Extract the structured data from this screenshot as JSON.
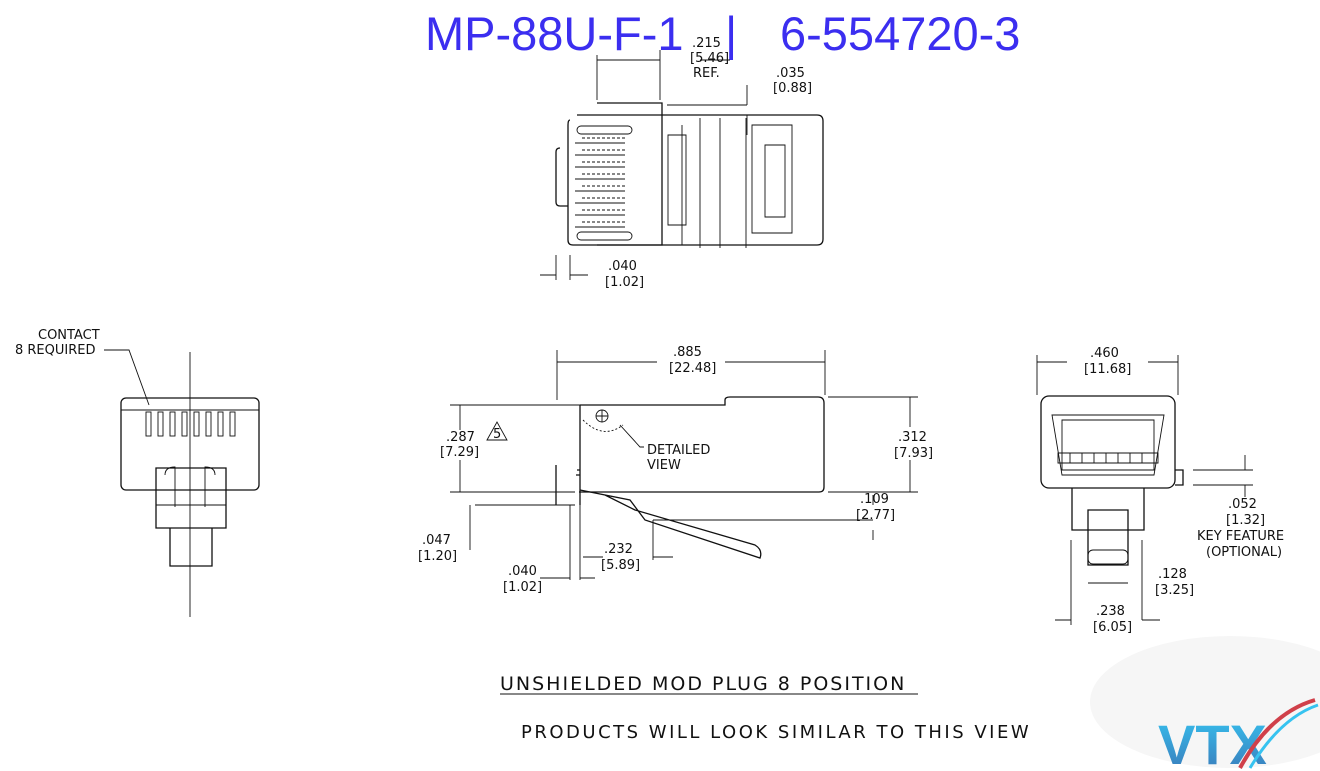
{
  "title": {
    "part_number": "MP-88U-F-1",
    "separator": "|",
    "alt_part_number": "6-554720-3"
  },
  "top_view": {
    "dim_215": ".215",
    "dim_215_mm": "[5.46]",
    "dim_215_note": "REF.",
    "dim_035": ".035",
    "dim_035_mm": "[0.88]",
    "dim_040": ".040",
    "dim_040_mm": "[1.02]"
  },
  "front_view": {
    "contact_note_1": "CONTACT",
    "contact_note_2": "8  REQUIRED"
  },
  "side_view": {
    "dim_885": ".885",
    "dim_885_mm": "[22.48]",
    "dim_287": ".287",
    "dim_287_mm": "[7.29]",
    "note_flag": "5",
    "detail_1": "DETAILED",
    "detail_2": "VIEW",
    "dim_312": ".312",
    "dim_312_mm": "[7.93]",
    "dim_109": ".109",
    "dim_109_mm": "[2.77]",
    "dim_047": ".047",
    "dim_047_mm": "[1.20]",
    "dim_232": ".232",
    "dim_232_mm": "[5.89]",
    "dim_040": ".040",
    "dim_040_mm": "[1.02]"
  },
  "end_view": {
    "dim_460": ".460",
    "dim_460_mm": "[11.68]",
    "dim_052": ".052",
    "dim_052_mm": "[1.32]",
    "key_1": "KEY  FEATURE",
    "key_2": "(OPTIONAL)",
    "dim_128": ".128",
    "dim_128_mm": "[3.25]",
    "dim_238": ".238",
    "dim_238_mm": "[6.05]"
  },
  "caption": "UNSHIELDED MOD PLUG 8 POSITION",
  "subcaption": "PRODUCTS WILL LOOK SIMILAR TO THIS VIEW",
  "logo": {
    "text": "VTX",
    "colors": {
      "blue": "#2fa8e0",
      "red": "#d0404a"
    }
  }
}
